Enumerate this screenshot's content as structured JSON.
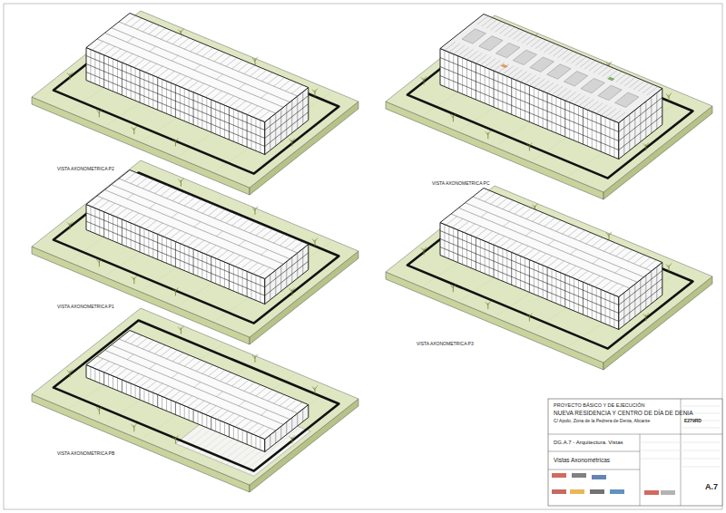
{
  "diagram": {
    "nodes": [
      {
        "text": [
          "PROYECTO BÁSICO Y DE EJECUCIÓN",
          "NUEVA RESIDENCIA Y CENTRO DE DÍA DE DENIA",
          "C/ Apolo, Zona de la Pedrera de Denia, Alicante",
          "E279RD"
        ]
      },
      {
        "text": [
          "DG.A.7 - Arquitectura. Vistas"
        ]
      },
      {
        "text": [
          "Vistas Axonométricas"
        ]
      },
      {
        "text": [
          "A.7"
        ]
      }
    ],
    "labels": [
      "VISTA AXONOMETRICA P2",
      "VISTA AXONOMETRICA PC",
      "VISTA AXONOMETRICA P1",
      "VISTA AXONOMETRICA P3",
      "VISTA AXONOMETRICA PB"
    ]
  }
}
